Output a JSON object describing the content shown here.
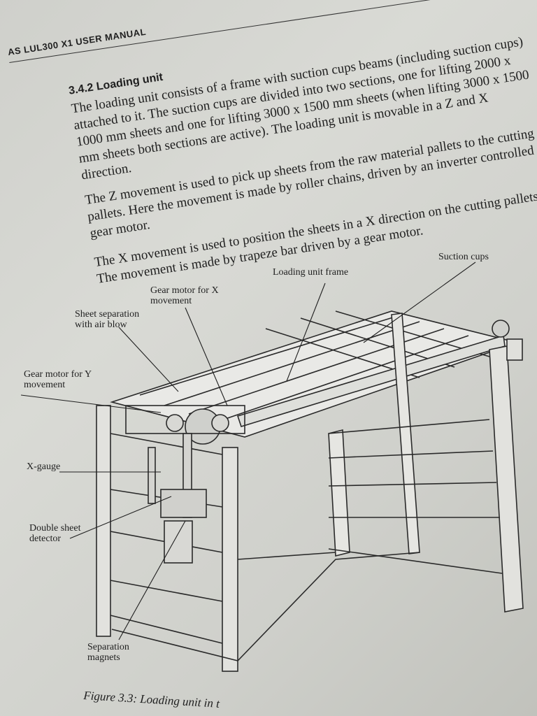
{
  "document": {
    "running_header": "AS LUL300 X1 USER MANUAL",
    "section_title": "3.4.2 Loading unit",
    "paragraphs": [
      "The loading unit consists of a frame with suction cups beams (including suction cups) attached to it. The suction cups are divided into two sections, one for lifting 2000 x 1000 mm sheets and one for lifting 3000 x 1500 mm sheets (when lifting 3000 x 1500 mm sheets both sections are active). The loading unit is movable in a Z and X direction.",
      "The Z movement is used to pick up sheets from the raw material pallets to the cutting pallets. Here the movement is made by roller chains, driven by an inverter controlled gear motor.",
      "The X movement is used to position the sheets in a X direction on the cutting pallets. The movement is made by trapeze bar driven by a gear motor."
    ],
    "caption": "Figure 3.3: Loading unit in t"
  },
  "diagram": {
    "labels": {
      "suction_cups": "Suction cups",
      "loading_frame": "Loading unit frame",
      "gear_motor_x_line1": "Gear motor for X",
      "gear_motor_x_line2": "movement",
      "sheet_sep_line1": "Sheet separation",
      "sheet_sep_line2": "with air blow",
      "gear_motor_y_line1": "Gear motor for Y",
      "gear_motor_y_line2": "movement",
      "x_gauge": "X-gauge",
      "double_sheet_line1": "Double sheet",
      "double_sheet_line2": "detector",
      "sep_magnets_line1": "Separation",
      "sep_magnets_line2": "magnets"
    }
  }
}
